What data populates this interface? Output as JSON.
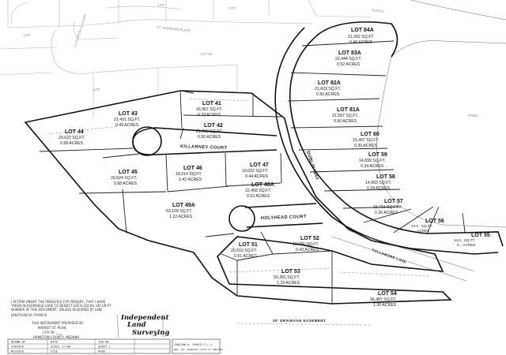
{
  "lots": [
    {
      "id": "84a",
      "name": "LOT 84A",
      "sqft": "21,092 SQ.FT.",
      "acres": "0.48 ACRES"
    },
    {
      "id": "83a",
      "name": "LOT 83A",
      "sqft": "22,444 SQ.FT.",
      "acres": "0.52 ACRES"
    },
    {
      "id": "82a",
      "name": "LOT 82A",
      "sqft": "21,603 SQ.FT.",
      "acres": "0.50 ACRES"
    },
    {
      "id": "81a",
      "name": "LOT 81A",
      "sqft": "21,587 SQ.FT.",
      "acres": "0.50 ACRES"
    },
    {
      "id": "60",
      "name": "LOT 60",
      "sqft": "15,497 SQ.FT.",
      "acres": "0.36 ACRES"
    },
    {
      "id": "59",
      "name": "LOT 59",
      "sqft": "14,839 SQ.FT.",
      "acres": "0.34 ACRES"
    },
    {
      "id": "58",
      "name": "LOT 58",
      "sqft": "14,993 SQ.FT.",
      "acres": "0.34 ACRES"
    },
    {
      "id": "57",
      "name": "LOT 57",
      "sqft": "15,711 SQ.FT.",
      "acres": "0.36 ACRES"
    },
    {
      "id": "56",
      "name": "LOT 56",
      "sqft": "14,0.. SQ.FT.",
      "acres": ".. ACRES"
    },
    {
      "id": "55",
      "name": "LOT 55",
      "sqft": "14,0.. SQ.FT.",
      "acres": "0... ACRES"
    },
    {
      "id": "41",
      "name": "LOT 41",
      "sqft": "16,997 SQ.FT.",
      "acres": "0.39 ACRES"
    },
    {
      "id": "42",
      "name": "LOT 42",
      "sqft": "21,660 SQ.FT.",
      "acres": "0.50 ACRES"
    },
    {
      "id": "43",
      "name": "LOT 43",
      "sqft": "21,491 SQ.FT.",
      "acres": "0.49 ACRES"
    },
    {
      "id": "44",
      "name": "LOT 44",
      "sqft": "29,622 SQ.FT.",
      "acres": "0.68 ACRES"
    },
    {
      "id": "45",
      "name": "LOT 45",
      "sqft": "29,624 SQ.FT.",
      "acres": "0.68 ACRES"
    },
    {
      "id": "46",
      "name": "LOT 46",
      "sqft": "18,214 SQ.FT.",
      "acres": "0.42 ACRES"
    },
    {
      "id": "47",
      "name": "LOT 47",
      "sqft": "19,022 SQ.FT.",
      "acres": "0.44 ACRES"
    },
    {
      "id": "48a",
      "name": "LOT 48A",
      "sqft": "22,458 SQ.FT.",
      "acres": "0.52 ACRES"
    },
    {
      "id": "49a",
      "name": "LOT 49A",
      "sqft": "53,109 SQ.FT.",
      "acres": "1.22 ACRES"
    },
    {
      "id": "51",
      "name": "LOT 51",
      "sqft": "26,510 SQ.FT.",
      "acres": "0.61 ACRES"
    },
    {
      "id": "52",
      "name": "LOT 52",
      "sqft": "18,696 SQ.FT.",
      "acres": "0.43 ACRES"
    },
    {
      "id": "53",
      "name": "LOT 53",
      "sqft": "50,381 SQ.FT.",
      "acres": "1.16 ACRES"
    },
    {
      "id": "54",
      "name": "LOT 54",
      "sqft": "56,487 SQ.FT.",
      "acres": "1.30 ACRES"
    }
  ],
  "streets": {
    "st_andrews": "ST. ANDREWS PLACE",
    "killarney": "KILLARNEY COURT",
    "holyhead": "HOLYHEAD COURT",
    "dublin": "DUBLIN WAY",
    "cloverdale": "CLOVERDALE COURT",
    "north": "NORTH",
    "lane": "TULLAMORE LANE"
  },
  "background": {
    "pond": "POND",
    "top_lot_a": "LOT",
    "top_lot_b": "LOT",
    "lot_left": "LOT",
    "lot_39": "LOT 39",
    "lot_upper": "LOT"
  },
  "easement": "20' DRAINAGE EASEMENT",
  "notes": {
    "line1": "I AFFIRM UNDER THE PENALTIES FOR PERJURY, THAT I HAVE",
    "line2": "TAKEN REASONABLE CARE TO REDACT EACH SOCIAL SECURITY",
    "line3": "NUMBER IN THIS DOCUMENT, UNLESS REQUIRED BY LAW.",
    "line4": "JONATHAN W. FRANCIS"
  },
  "prepared": {
    "line1": "THIS INSTRUMENT PREPARED BY",
    "line2": "MARKET ST. PLAN",
    "line3": "CITY OF ____",
    "line4": "HAMILTON COUNTY, INDIANA"
  },
  "brand": {
    "line1": "Independent",
    "line2": "Land",
    "line3": "Surveying"
  },
  "title_block": {
    "r1a": "DRAWN BY",
    "r1b": "DATE",
    "r1c": "JOB NO.",
    "r2a": "CHECKED",
    "r2b": "SCALE 1\"=60'",
    "r2c": "SHEET 1",
    "r3a": "REVISED",
    "r3b": "FILE",
    "r3c": "PAGE",
    "sign": "JONATHAN W. FRANCIS  P.L.S.",
    "sign2": "REG. NO. 20900107  STATE OF INDIANA"
  }
}
